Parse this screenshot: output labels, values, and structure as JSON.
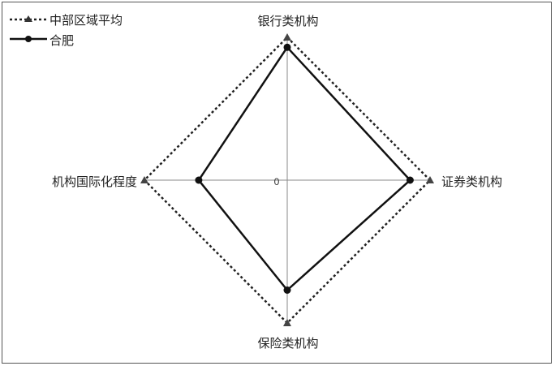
{
  "chart_data": {
    "type": "radar",
    "categories": [
      "银行类机构",
      "证券类机构",
      "保险类机构",
      "机构国际化程度"
    ],
    "center_tick_label": "0",
    "rmax": 1.0,
    "series": [
      {
        "name": "中部区域平均",
        "values": [
          1.0,
          1.0,
          1.0,
          1.0
        ],
        "color": "#222222",
        "dash": "dotted",
        "marker": "triangle"
      },
      {
        "name": "合肥",
        "values": [
          0.93,
          0.86,
          0.77,
          0.62
        ],
        "color": "#111111",
        "dash": "solid",
        "marker": "circle"
      }
    ],
    "legend_position": "top-left",
    "grid": false
  }
}
